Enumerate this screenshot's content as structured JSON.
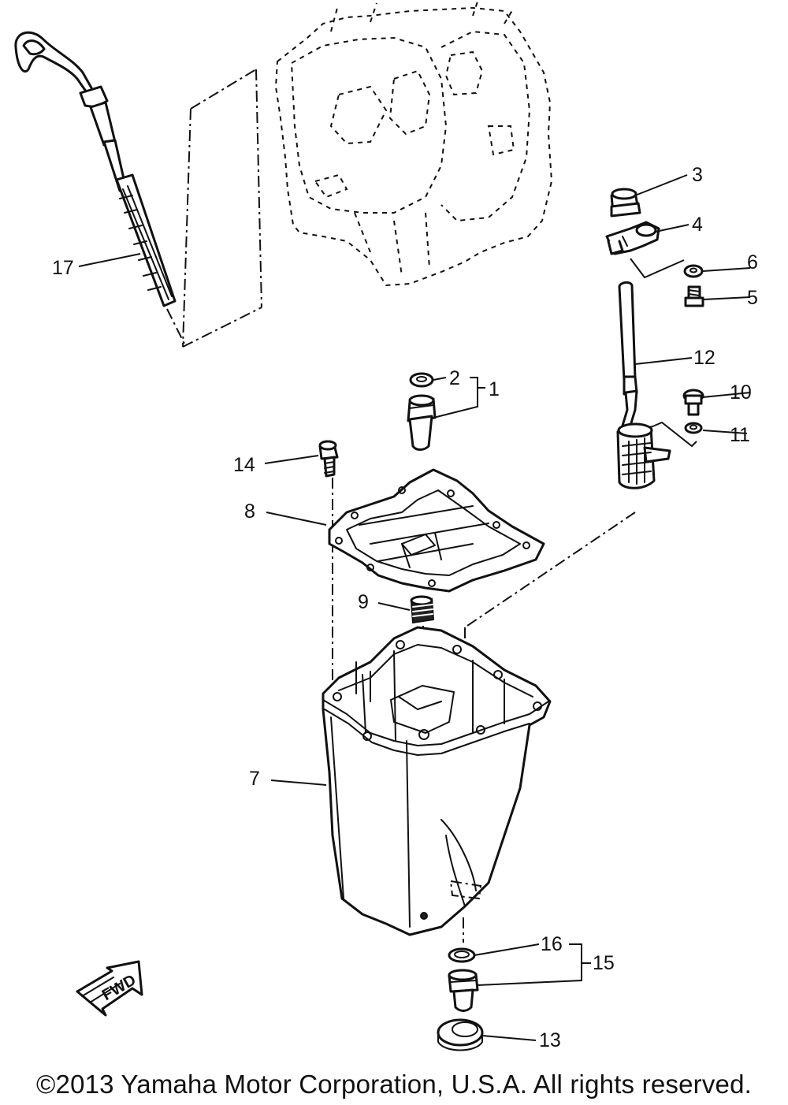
{
  "diagram": {
    "callouts": {
      "c1": "1",
      "c2": "2",
      "c3": "3",
      "c4": "4",
      "c5": "5",
      "c6": "6",
      "c7": "7",
      "c8": "8",
      "c9": "9",
      "c10": "10",
      "c11": "11",
      "c12": "12",
      "c13": "13",
      "c14": "14",
      "c15": "15",
      "c16": "16",
      "c17": "17"
    },
    "fwd_arrow_label": "FWD"
  },
  "footer": {
    "copyright": "©2013 Yamaha Motor Corporation, U.S.A. All rights reserved."
  }
}
